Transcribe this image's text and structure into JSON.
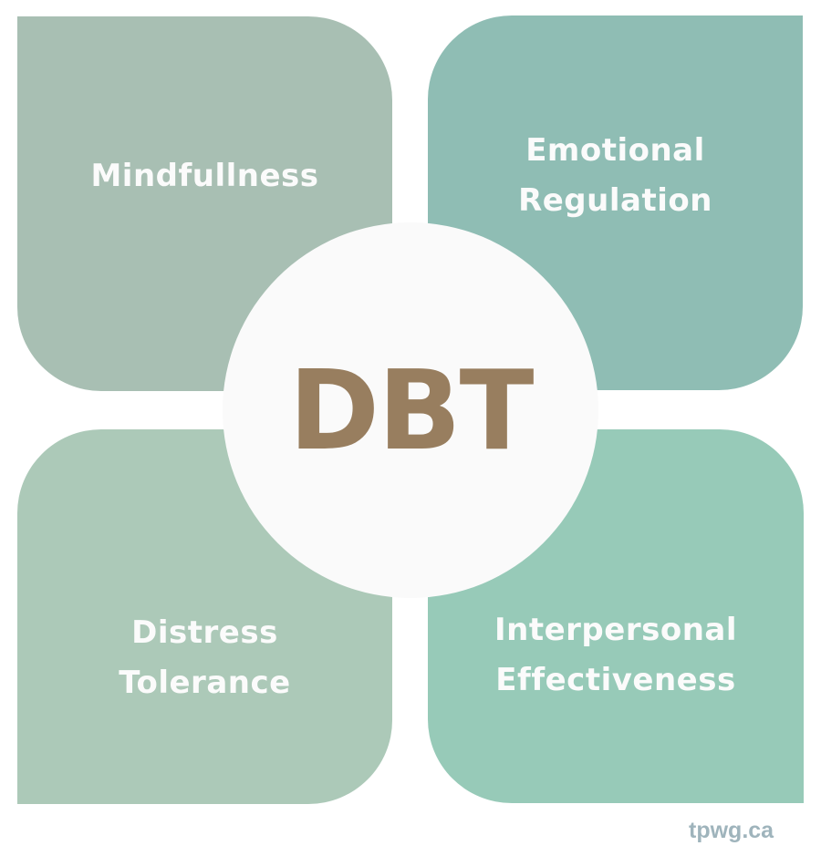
{
  "diagram": {
    "center": {
      "label": "DBT",
      "color": "#987e5f",
      "fill": "#fafafa"
    },
    "quadrants": [
      {
        "position": "top-left",
        "lines": [
          "Mindfullness"
        ],
        "color": "#a8bfb3"
      },
      {
        "position": "top-right",
        "lines": [
          "Emotional",
          "Regulation"
        ],
        "color": "#8fbdb4"
      },
      {
        "position": "bottom-left",
        "lines": [
          "Distress",
          "Tolerance"
        ],
        "color": "#acc9b8"
      },
      {
        "position": "bottom-right",
        "lines": [
          "Interpersonal",
          "Effectiveness"
        ],
        "color": "#97cab8"
      }
    ],
    "label_color": "#fbfbfb"
  },
  "watermark": {
    "text": "tpwg.ca",
    "color": "#9fb4bc"
  }
}
